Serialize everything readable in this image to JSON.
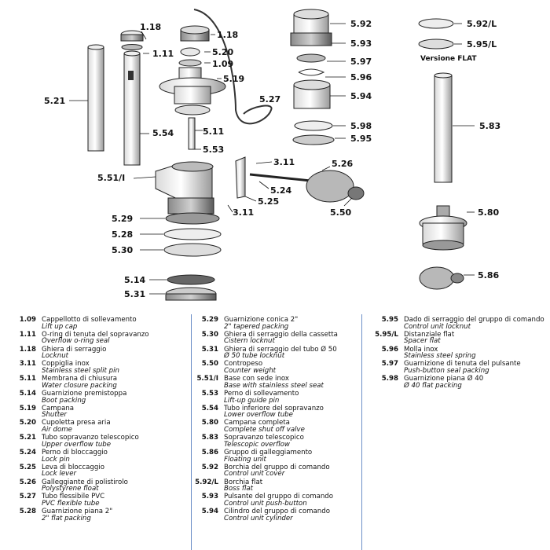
{
  "callouts": [
    "1.18",
    "1.11",
    "5.21",
    "5.54",
    "1.18",
    "5.20",
    "1.09",
    "5.19",
    "5.27",
    "5.11",
    "5.53",
    "3.11",
    "5.26",
    "5.51/I",
    "5.24",
    "5.25",
    "3.11",
    "5.50",
    "5.29",
    "5.28",
    "5.30",
    "5.14",
    "5.31",
    "5.92",
    "5.93",
    "5.97",
    "5.96",
    "5.94",
    "5.98",
    "5.95",
    "5.92/L",
    "5.95/L",
    "5.83",
    "5.80",
    "5.86"
  ],
  "flat_label": "Versione FLAT",
  "legend": {
    "col1": [
      {
        "code": "1.09",
        "it": "Cappellotto di sollevamento",
        "en": "Lift up cap"
      },
      {
        "code": "1.11",
        "it": "O-ring di tenuta del sopravanzo",
        "en": "Overflow o-ring seal"
      },
      {
        "code": "1.18",
        "it": "Ghiera di serraggio",
        "en": "Locknut"
      },
      {
        "code": "3.11",
        "it": "Coppiglia inox",
        "en": "Stainless steel split pin"
      },
      {
        "code": "5.11",
        "it": "Membrana di chiusura",
        "en": "Water closure packing"
      },
      {
        "code": "5.14",
        "it": "Guarnizione premistoppa",
        "en": "Boot packing"
      },
      {
        "code": "5.19",
        "it": "Campana",
        "en": "Shutter"
      },
      {
        "code": "5.20",
        "it": "Cupoletta presa aria",
        "en": "Air dome"
      },
      {
        "code": "5.21",
        "it": "Tubo sopravanzo telescopico",
        "en": "Upper overflow tube"
      },
      {
        "code": "5.24",
        "it": "Perno di bloccaggio",
        "en": "Lock pin"
      },
      {
        "code": "5.25",
        "it": "Leva di bloccaggio",
        "en": "Lock lever"
      },
      {
        "code": "5.26",
        "it": "Galleggiante di polistirolo",
        "en": "Polystyrene float"
      },
      {
        "code": "5.27",
        "it": "Tubo flessibile PVC",
        "en": "PVC flexible tube"
      },
      {
        "code": "5.28",
        "it": "Guarnizione piana 2\"",
        "en": "2\" flat packing"
      }
    ],
    "col2": [
      {
        "code": "5.29",
        "it": "Guarnizione conica 2\"",
        "en": "2\" tapered packing"
      },
      {
        "code": "5.30",
        "it": "Ghiera di serraggio della cassetta",
        "en": "Cistern locknut"
      },
      {
        "code": "5.31",
        "it": "Ghiera di serraggio del tubo Ø 50",
        "en": "Ø 50 tube locknut"
      },
      {
        "code": "5.50",
        "it": "Contropeso",
        "en": "Counter weight"
      },
      {
        "code": "5.51/I",
        "it": "Base con sede inox",
        "en": "Base with stainless steel seat"
      },
      {
        "code": "5.53",
        "it": "Perno di sollevamento",
        "en": "Lift-up guide pin"
      },
      {
        "code": "5.54",
        "it": "Tubo inferiore del sopravanzo",
        "en": "Lower overflow tube"
      },
      {
        "code": "5.80",
        "it": "Campana completa",
        "en": "Complete shut off valve"
      },
      {
        "code": "5.83",
        "it": "Sopravanzo telescopico",
        "en": "Telescopic overflow"
      },
      {
        "code": "5.86",
        "it": "Gruppo di galleggiamento",
        "en": "Floating unit"
      },
      {
        "code": "5.92",
        "it": "Borchia del gruppo di comando",
        "en": "Control unit cover"
      },
      {
        "code": "5.92/L",
        "it": "Borchia flat",
        "en": "Boss flat"
      },
      {
        "code": "5.93",
        "it": "Pulsante del gruppo di comando",
        "en": "Control unit push-button"
      },
      {
        "code": "5.94",
        "it": "Cilindro del gruppo di comando",
        "en": "Control unit cylinder"
      }
    ],
    "col3": [
      {
        "code": "5.95",
        "it": "Dado di serraggio del gruppo di comando",
        "en": "Control unit locknut"
      },
      {
        "code": "5.95/L",
        "it": "Distanziale flat",
        "en": "Spacer flat"
      },
      {
        "code": "5.96",
        "it": "Molla inox",
        "en": "Stainless steel spring"
      },
      {
        "code": "5.97",
        "it": "Guarnizione di tenuta del pulsante",
        "en": "Push-button seal packing"
      },
      {
        "code": "5.98",
        "it": "Guarnizione piana Ø 40",
        "en": "Ø 40 flat packing"
      }
    ]
  }
}
